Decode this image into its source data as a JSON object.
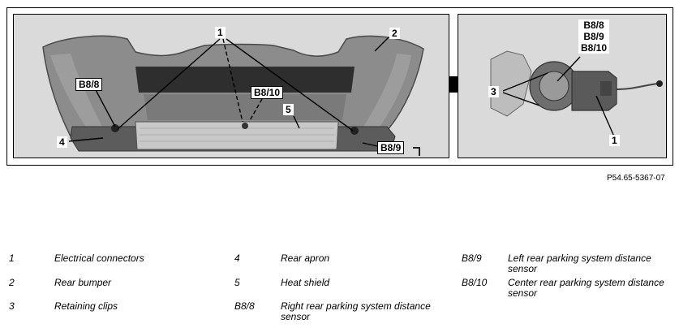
{
  "callouts": {
    "left": {
      "c1": "1",
      "c2": "2",
      "c4": "4",
      "c5": "5",
      "b88": "B8/8",
      "b810": "B8/10",
      "b89": "B8/9"
    },
    "right": {
      "b88": "B8/8",
      "b89": "B8/9",
      "b810": "B8/10",
      "c3": "3",
      "c1": "1"
    }
  },
  "figure_ref": "P54.65-5367-07",
  "legend": [
    {
      "key": "1",
      "text": "Electrical connectors"
    },
    {
      "key": "2",
      "text": "Rear bumper"
    },
    {
      "key": "3",
      "text": "Retaining clips"
    },
    {
      "key": "4",
      "text": "Rear apron"
    },
    {
      "key": "5",
      "text": "Heat shield"
    },
    {
      "key": "B8/8",
      "text": "Right rear parking system distance sensor"
    },
    {
      "key": "B8/9",
      "text": "Left rear parking system distance sensor"
    },
    {
      "key": "B8/10",
      "text": "Center rear parking system distance sensor"
    }
  ],
  "colors": {
    "photo_background": "#dadada",
    "bumper": "#8c8c8c",
    "apron": "#5c5c5c",
    "heat_shield": "#c8c8c8"
  }
}
